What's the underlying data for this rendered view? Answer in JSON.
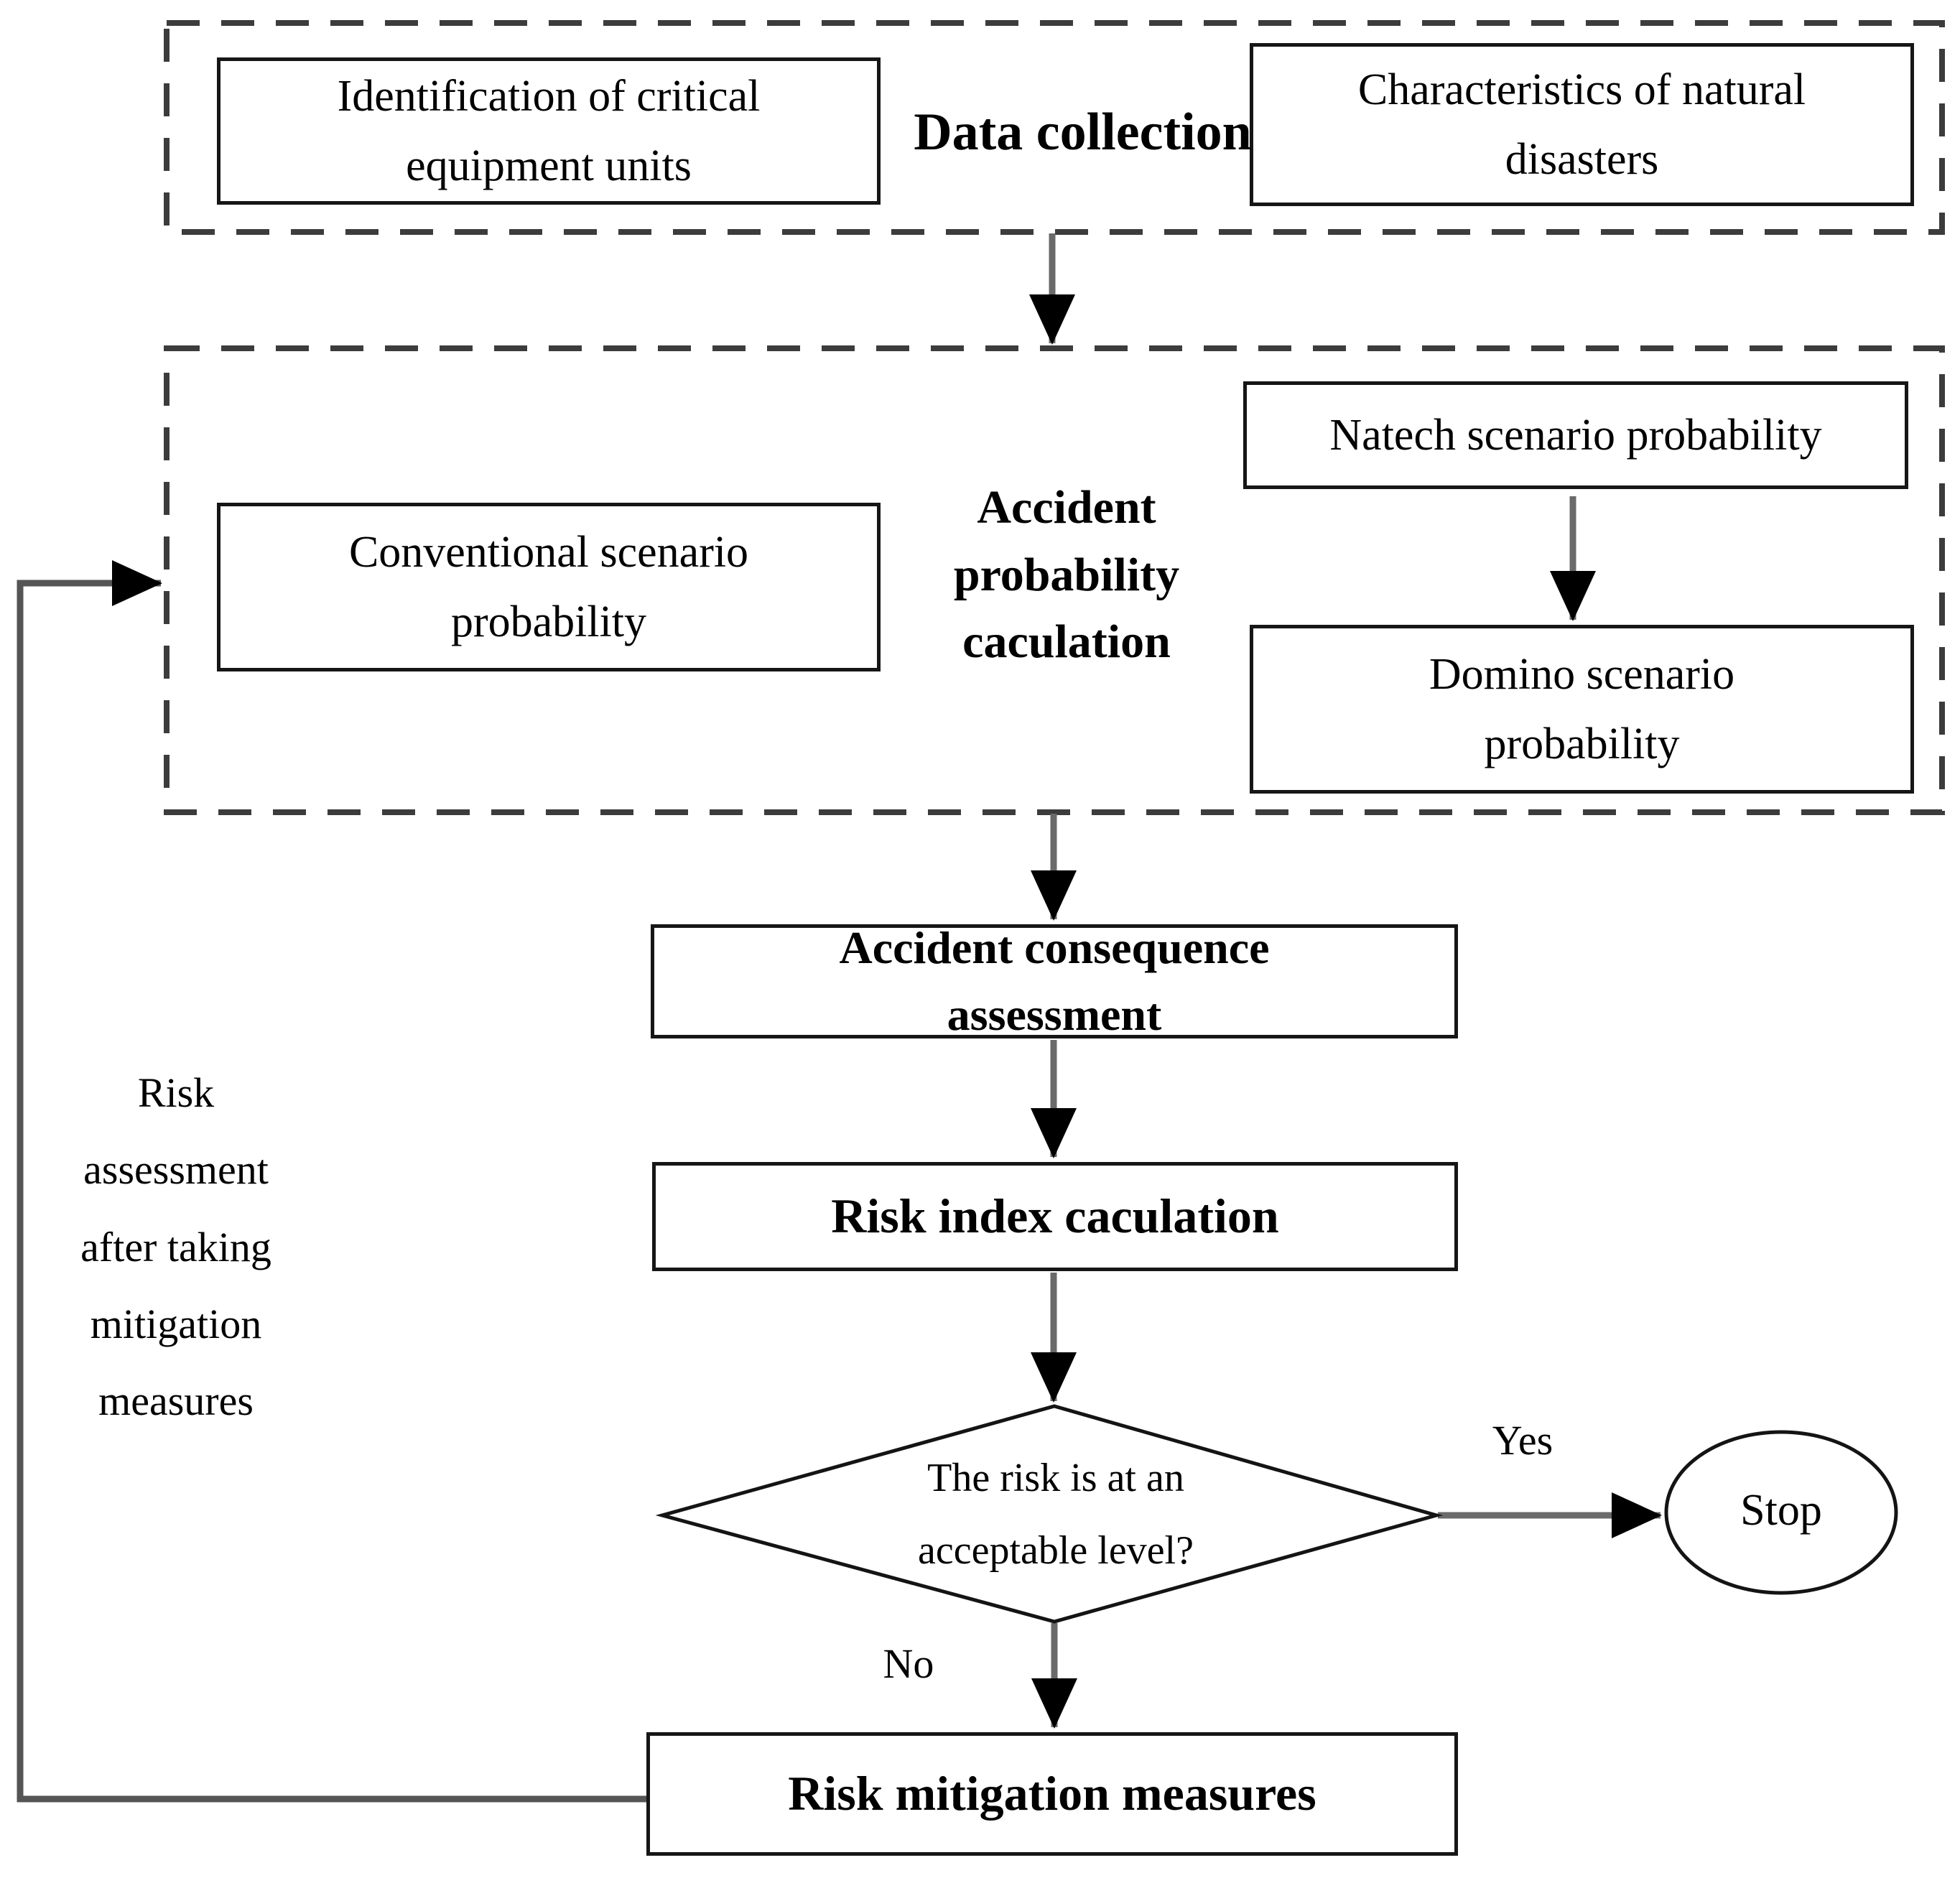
{
  "figure": {
    "groups": {
      "data_collection": {
        "label": "Data collection"
      },
      "accident_probability": {
        "label": "Accident\nprobability\ncaculation"
      }
    },
    "nodes": {
      "identification": {
        "label": "Identification of critical\nequipment units"
      },
      "characteristics": {
        "label": "Characteristics of natural\ndisasters"
      },
      "conventional": {
        "label": "Conventional scenario\nprobability"
      },
      "natech": {
        "label": "Natech scenario probability"
      },
      "domino": {
        "label": "Domino scenario\nprobability"
      },
      "consequence": {
        "label": "Accident consequence\nassessment"
      },
      "risk_index": {
        "label": "Risk index caculation"
      },
      "decision": {
        "label": "The risk is at an\nacceptable level?"
      },
      "mitigation": {
        "label": "Risk mitigation measures"
      },
      "stop": {
        "label": "Stop"
      }
    },
    "edge_labels": {
      "yes": "Yes",
      "no": "No"
    },
    "annotations": {
      "feedback_note": {
        "label": "Risk\nassessment\nafter taking\nmitigation\nmeasures"
      }
    },
    "colors": {
      "box_border": "#161616",
      "dashed_border": "#3c3c3c",
      "arrow_line": "#6a6a6a",
      "arrowhead": "#000000",
      "background": "#ffffff",
      "text": "#000000"
    }
  }
}
